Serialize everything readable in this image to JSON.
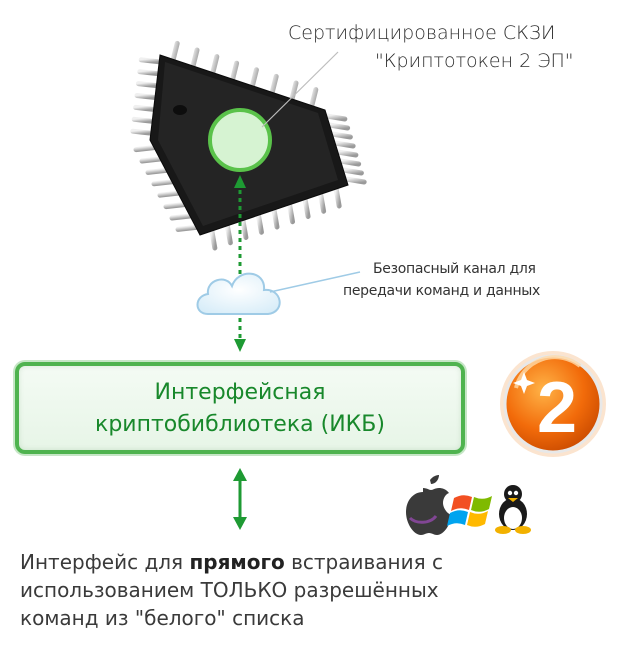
{
  "chip": {
    "label_line1": "Сертифицированное СКЗИ",
    "label_line2": "\"Криптотокен 2 ЭП\""
  },
  "channel": {
    "line1": "Безопасный канал для",
    "line2": "передачи команд и данных"
  },
  "ikb": {
    "line1": "Интерфейсная",
    "line2": "криптобиблиотека (ИКБ)"
  },
  "badge": {
    "number": "2"
  },
  "os_icons": [
    "apple-icon",
    "windows-icon",
    "linux-icon"
  ],
  "bottom": {
    "line1_pre": "Интерфейс для ",
    "line1_bold": "прямого",
    "line1_post": " встраивания с",
    "line2": "использованием ТОЛЬКО разрешённых",
    "line3": "команд из \"белого\" списка"
  },
  "colors": {
    "green": "#1e9a33",
    "box_border": "#4fb34f",
    "badge_orange": "#f26b0a",
    "chip_body": "#1a1a1a"
  }
}
